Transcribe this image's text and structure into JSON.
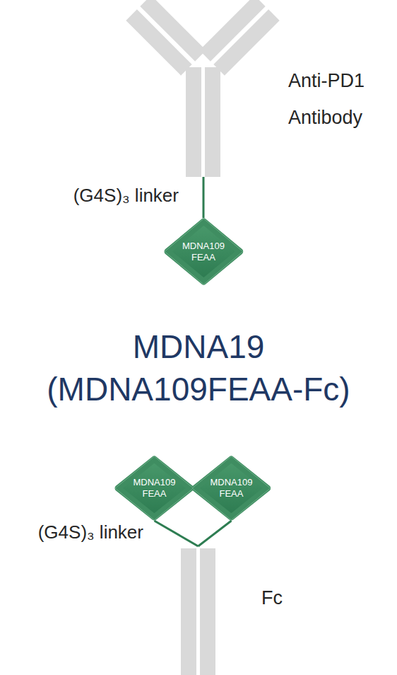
{
  "diagram": {
    "title": "MDNA19 (MDNA109FEAA-Fc)",
    "nodes": [
      {
        "text": [
          "Anti-PD1 Antibody"
        ]
      },
      {
        "text": [
          "MDNA109 FEAA"
        ]
      },
      {
        "text": [
          "MDNA109 FEAA"
        ]
      },
      {
        "text": [
          "MDNA109 FEAA"
        ]
      },
      {
        "text": [
          "Fc"
        ]
      }
    ],
    "edges": [
      {
        "from": 0,
        "to": 1,
        "arrow": "none",
        "label": "(G4S)₃ linker"
      },
      {
        "from": 2,
        "to": 4,
        "arrow": "none",
        "label": "(G4S)₃ linker"
      },
      {
        "from": 3,
        "to": 4,
        "arrow": "none"
      }
    ]
  }
}
